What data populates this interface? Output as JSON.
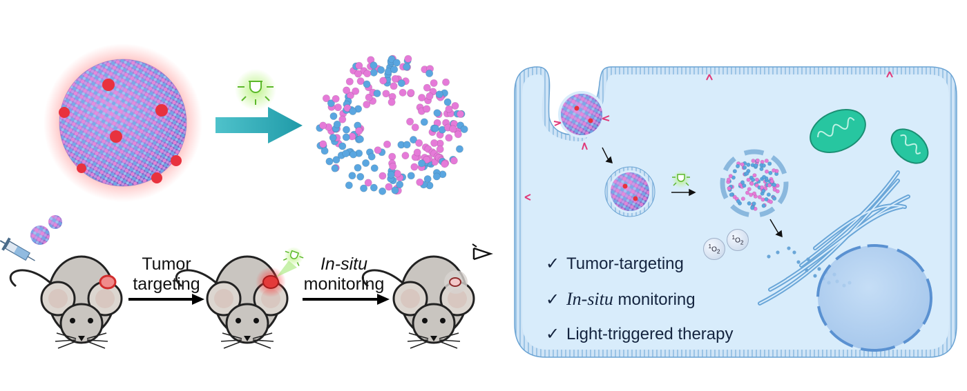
{
  "labels": {
    "step1_line1": "Tumor",
    "step1_line2": "targeting",
    "step2_line1": "In-situ",
    "step2_line2": "monitoring"
  },
  "bullets": [
    {
      "check": "✓",
      "text": "Tumor-targeting"
    },
    {
      "check": "✓",
      "text_italic": "In-situ",
      "text": " monitoring"
    },
    {
      "check": "✓",
      "text": "Light-triggered therapy"
    }
  ],
  "singlet_oxygen": [
    {
      "sup": "1",
      "base": "O",
      "sub": "2"
    },
    {
      "sup": "1",
      "base": "O",
      "sub": "2"
    }
  ],
  "colors": {
    "pink": "#e57ad8",
    "blue": "#5aa6e0",
    "red_dot": "#e8323e",
    "teal_arrow": "#29a9b5",
    "cell_fill": "#d8ecfb",
    "membrane": "#9ec6e8",
    "mitochondria": "#27c6a0",
    "nucleus": "#a9cbef",
    "light_green": "#8de04a",
    "mouse_body": "#c9c5c0"
  },
  "icons": [
    "nanoparticle",
    "light-bulb-icon",
    "disassembled-particles",
    "syringe-icon",
    "mouse-icon",
    "eye-icon",
    "cell",
    "mitochondria-icon",
    "golgi-icon",
    "nucleus-icon"
  ]
}
